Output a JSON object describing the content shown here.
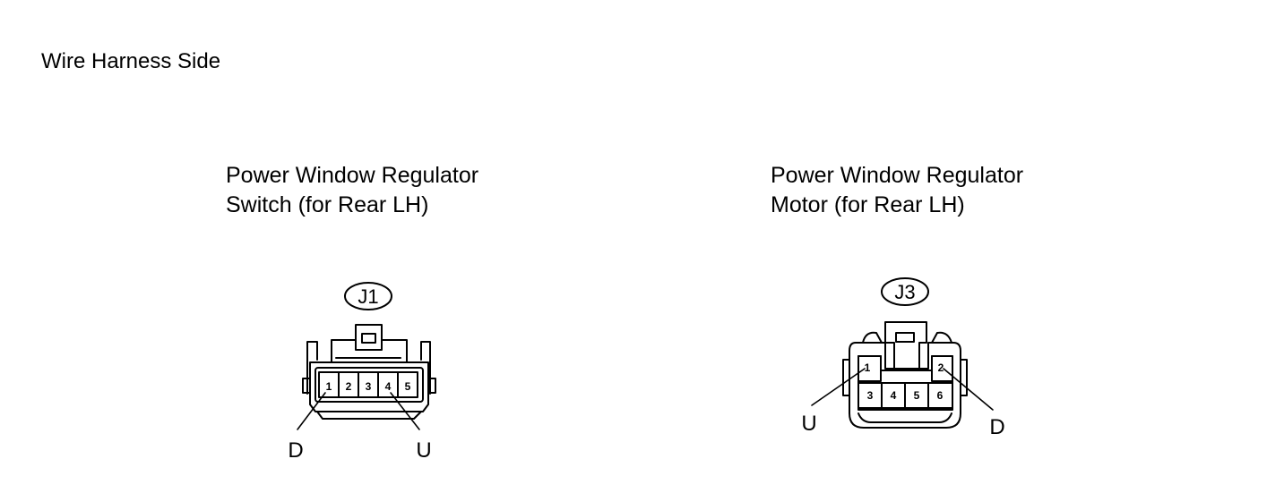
{
  "heading": "Wire Harness Side",
  "connectors": [
    {
      "id": "J1",
      "title_line1": "Power Window Regulator",
      "title_line2": "Switch (for Rear LH)",
      "pins": [
        "1",
        "2",
        "3",
        "4",
        "5"
      ],
      "callouts": [
        {
          "label": "D",
          "pin": "1"
        },
        {
          "label": "U",
          "pin": "4"
        }
      ]
    },
    {
      "id": "J3",
      "title_line1": "Power Window Regulator",
      "title_line2": "Motor (for Rear LH)",
      "pins": [
        "1",
        "2",
        "3",
        "4",
        "5",
        "6"
      ],
      "callouts": [
        {
          "label": "U",
          "pin": "1"
        },
        {
          "label": "D",
          "pin": "2"
        }
      ]
    }
  ]
}
